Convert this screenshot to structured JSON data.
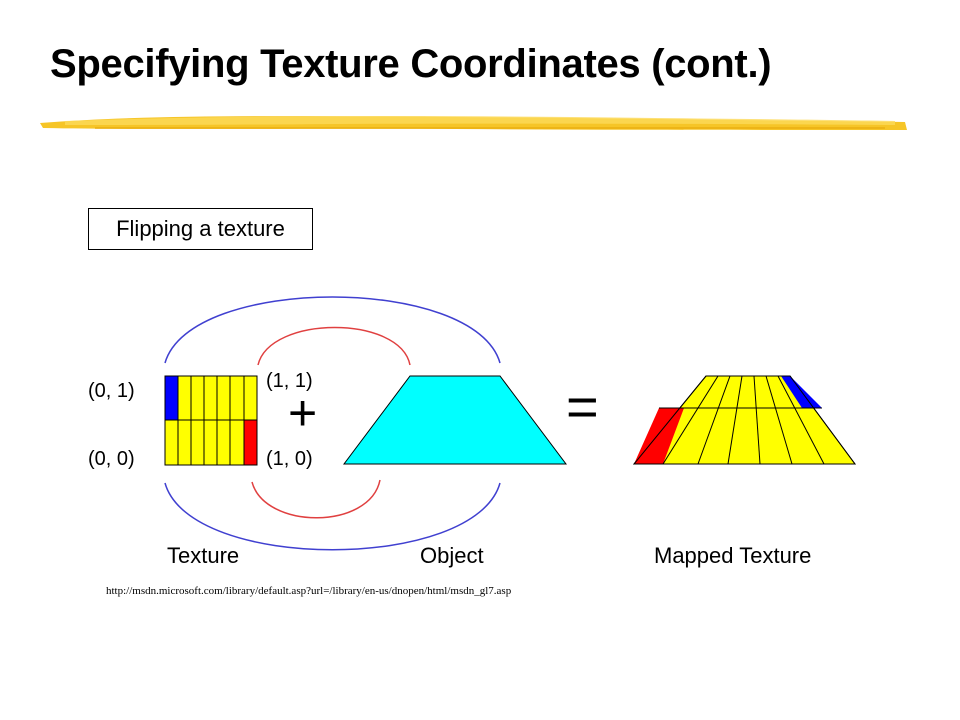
{
  "slide": {
    "title": "Specifying Texture Coordinates (cont.)",
    "caption": "Flipping a texture",
    "source_url": "http://msdn.microsoft.com/library/default.asp?url=/library/en-us/dnopen/html/msdn_gl7.asp"
  },
  "diagram": {
    "coords": {
      "top_left": "(0, 1)",
      "bottom_left": "(0, 0)",
      "top_right": "(1, 1)",
      "bottom_right": "(1, 0)"
    },
    "operators": {
      "plus": "+",
      "equals": "="
    },
    "labels": {
      "texture": "Texture",
      "object": "Object",
      "mapped": "Mapped Texture"
    }
  },
  "colors": {
    "texture_fill": "#ffff00",
    "texture_blue": "#0000ff",
    "texture_red": "#ff0000",
    "object_fill": "#00ffff",
    "arc_outer": "#4040d0",
    "arc_inner": "#e04040",
    "underline": "#f5c21b"
  }
}
